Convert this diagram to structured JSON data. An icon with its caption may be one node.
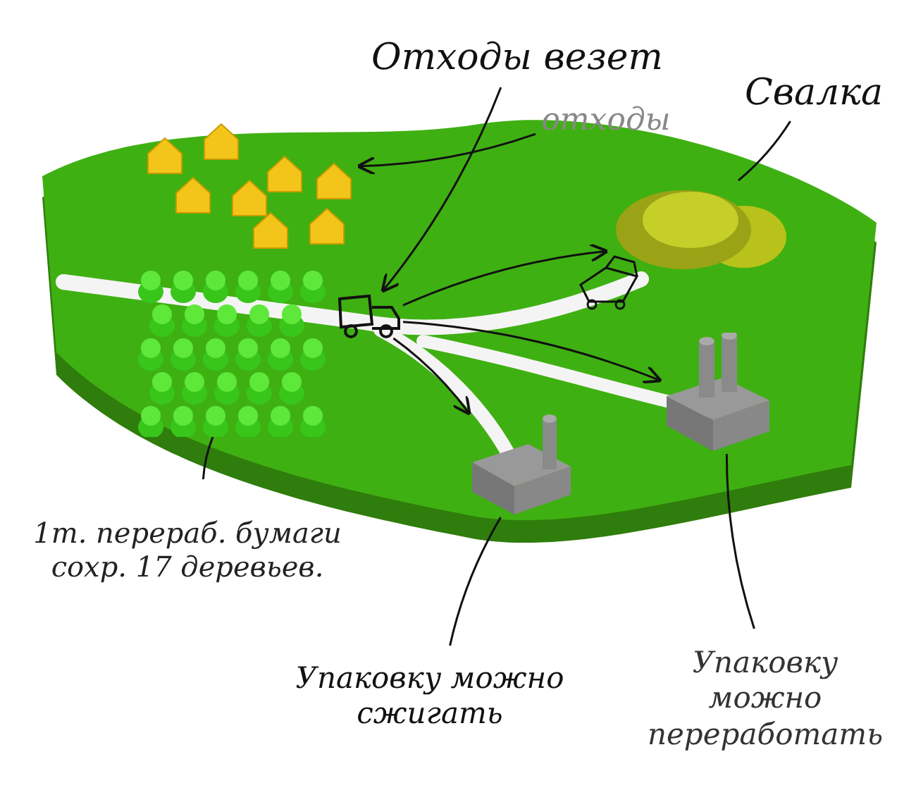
{
  "diagram": {
    "nodes": [
      {
        "text": [
          "Отходы везет"
        ]
      },
      {
        "text": [
          "отходы"
        ]
      },
      {
        "text": [
          "Свалка"
        ]
      },
      {
        "text": [
          "1т. перераб. бумаги сохр. 17 деревьев."
        ]
      },
      {
        "text": [
          "Упаковку можно сжигать"
        ]
      },
      {
        "text": [
          "Упаковку можно переработать"
        ]
      },
      {
        "text": [],
        "shape": "picture"
      },
      {
        "text": [],
        "shape": "picture"
      },
      {
        "text": [],
        "shape": "picture"
      },
      {
        "text": [],
        "shape": "picture"
      },
      {
        "text": [],
        "shape": "picture"
      },
      {
        "text": [],
        "shape": "picture"
      }
    ],
    "edges": [
      {
        "from": 0,
        "to": 7,
        "arrow": "to"
      },
      {
        "from": 1,
        "to": 6,
        "arrow": "to"
      },
      {
        "from": 2,
        "to": 9,
        "arrow": "none"
      },
      {
        "from": 3,
        "to": 8,
        "arrow": "none"
      },
      {
        "from": 4,
        "to": 10,
        "arrow": "none"
      },
      {
        "from": 5,
        "to": 11,
        "arrow": "none"
      },
      {
        "from": 7,
        "to": 9,
        "arrow": "to"
      },
      {
        "from": 7,
        "to": 10,
        "arrow": "to"
      },
      {
        "from": 7,
        "to": 11,
        "arrow": "to"
      }
    ]
  }
}
